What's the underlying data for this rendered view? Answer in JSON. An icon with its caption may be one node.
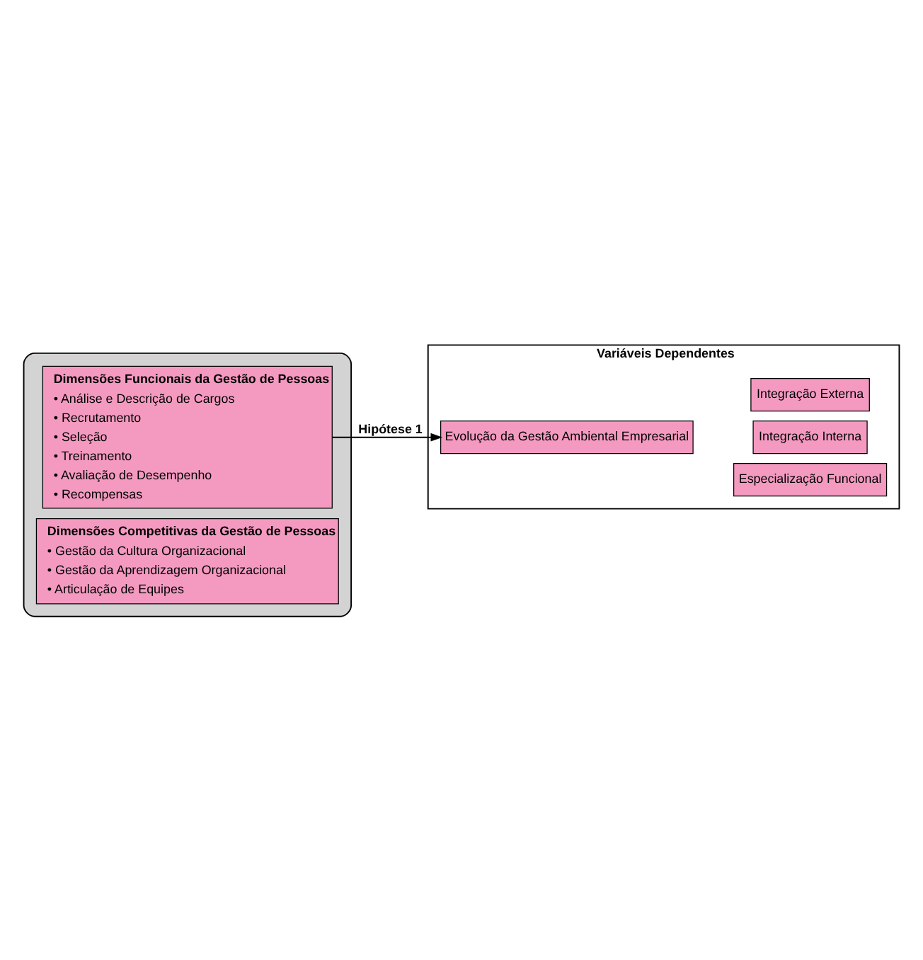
{
  "diagram": {
    "nodes": [
      {
        "text": [],
        "shape": "box"
      },
      {
        "text": [
          "Dimensões Funcionais da Gestão de Pessoas",
          "• Análise e Descrição de Cargos",
          "• Recrutamento",
          "• Seleção",
          "• Treinamento",
          "• Avaliação de Desempenho",
          "• Recompensas"
        ],
        "in": 0
      },
      {
        "text": [
          "Dimensões Competitivas da Gestão de Pessoas",
          "• Gestão da Cultura Organizacional",
          "• Gestão da Aprendizagem Organizacional",
          "• Articulação de Equipes"
        ],
        "in": 0
      },
      {
        "text": [
          "Variáveis Dependentes"
        ]
      },
      {
        "text": [
          "Evolução da Gestão Ambiental Empresarial"
        ],
        "in": 3
      },
      {
        "text": [
          "Integração Externa"
        ],
        "in": 3
      },
      {
        "text": [
          "Integração Interna"
        ],
        "in": 3
      },
      {
        "text": [
          "Especialização Funcional"
        ],
        "in": 3
      }
    ],
    "edges": [
      {
        "from": 1,
        "to": 4,
        "arrow": "to",
        "label": "Hipótese 1"
      }
    ]
  }
}
